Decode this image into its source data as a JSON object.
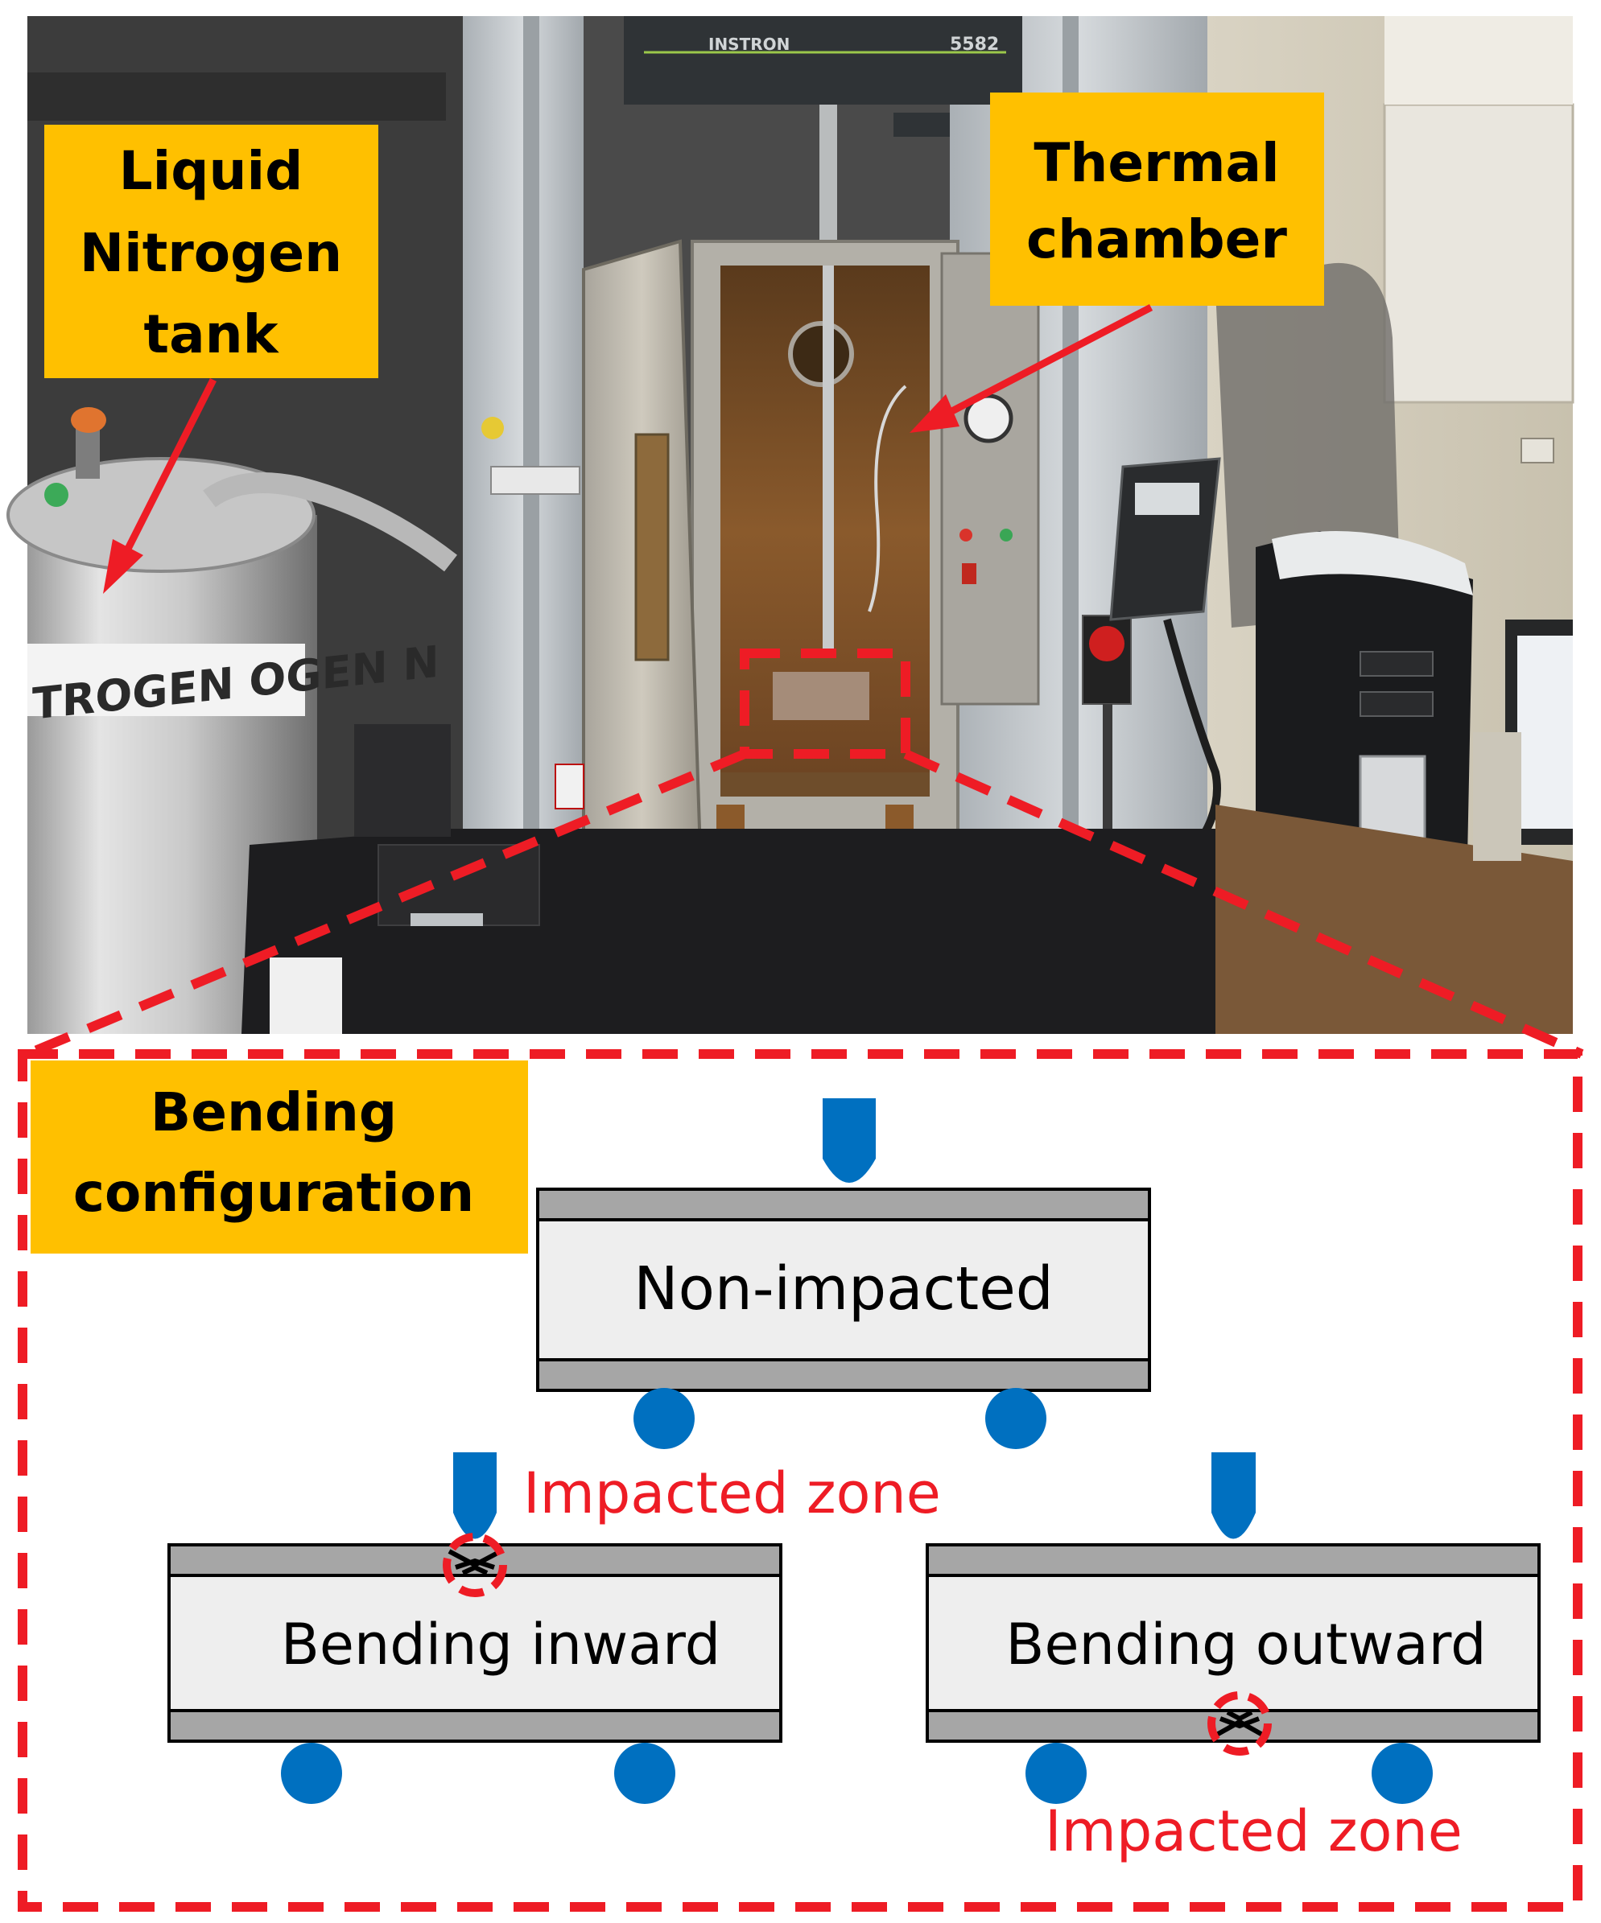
{
  "figure": {
    "photo": {
      "tank_print": "TROGEN OGEN N",
      "machine_model": "5582",
      "machine_brand": "INSTRON",
      "callouts": {
        "nitrogen_tank": [
          "Liquid",
          "Nitrogen",
          "tank"
        ],
        "thermal_chamber": [
          "Thermal",
          "chamber"
        ]
      }
    },
    "diagram": {
      "section_title": [
        "Bending",
        "configuration"
      ],
      "specimens": {
        "top": "Non-impacted",
        "left": "Bending inward",
        "right": "Bending outward"
      },
      "impact_labels": {
        "upper": "Impacted zone",
        "lower": "Impacted zone"
      }
    },
    "colors": {
      "callout_fill": "#FFC000",
      "dash_red": "#EE1C25",
      "support_blue": "#0070C0",
      "plate_gray": "#A6A6A6",
      "core_fill": "#EEEEEE"
    }
  }
}
